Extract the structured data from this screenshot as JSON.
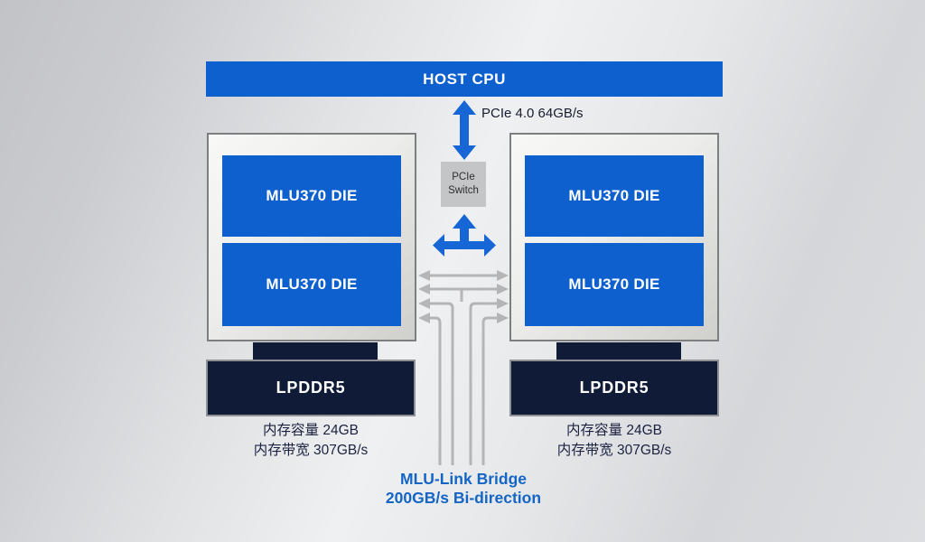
{
  "colors": {
    "box_blue": "#0d60cd",
    "arrow_blue": "#1766d6",
    "memory_navy": "#101b38",
    "connector_gray": "#b5b5b5",
    "link_text_blue": "#1565c5"
  },
  "host_cpu": {
    "label": "HOST CPU"
  },
  "pcie_link_label": "PCIe 4.0 64GB/s",
  "pcie_switch": {
    "line1": "PCIe",
    "line2": "Switch"
  },
  "modules": [
    {
      "dies": [
        "MLU370 DIE",
        "MLU370 DIE"
      ],
      "memory_label": "LPDDR5",
      "memory_capacity": "内存容量 24GB",
      "memory_bandwidth": "内存带宽 307GB/s"
    },
    {
      "dies": [
        "MLU370 DIE",
        "MLU370 DIE"
      ],
      "memory_label": "LPDDR5",
      "memory_capacity": "内存容量 24GB",
      "memory_bandwidth": "内存带宽 307GB/s"
    }
  ],
  "mlu_link_bridge": {
    "line1": "MLU-Link Bridge",
    "line2": "200GB/s Bi-direction"
  }
}
